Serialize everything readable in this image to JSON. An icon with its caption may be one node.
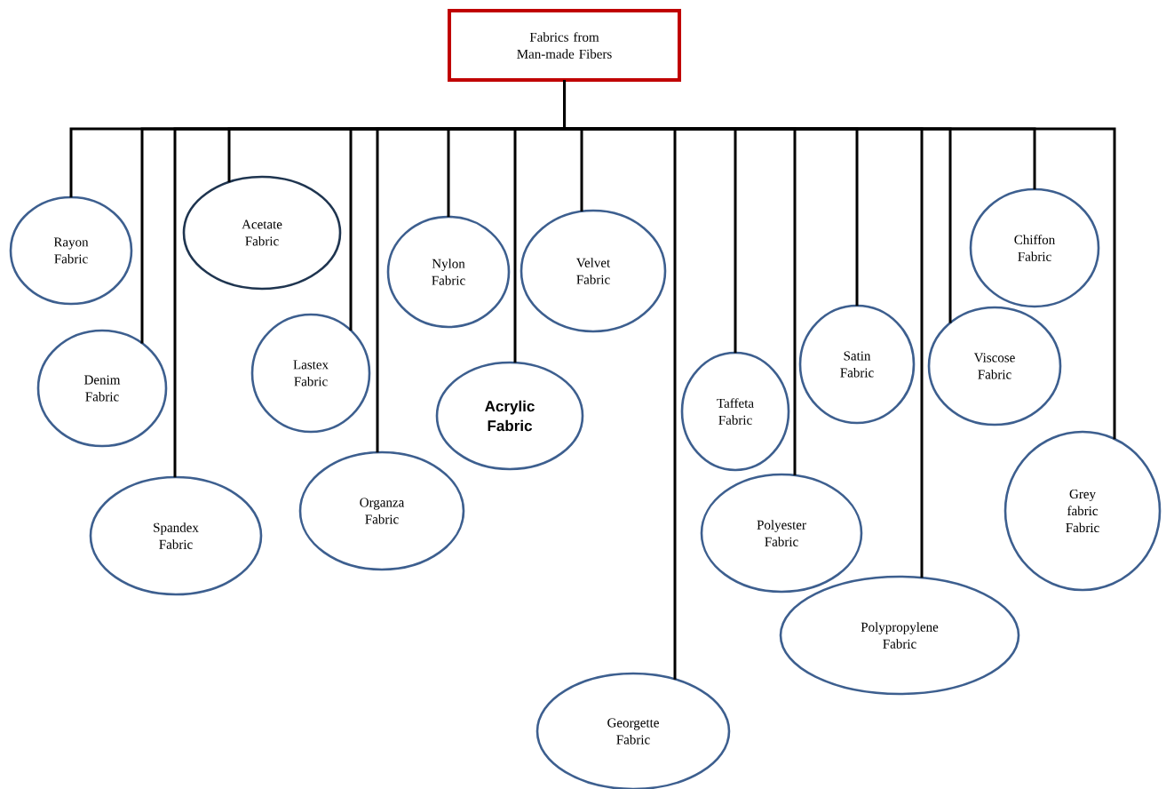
{
  "diagram": {
    "nodes": [
      {
        "text": [
          "Fabrics from Man-made Fibers"
        ]
      },
      {
        "text": [
          "Rayon Fabric"
        ]
      },
      {
        "text": [
          "Denim Fabric"
        ]
      },
      {
        "text": [
          "Spandex Fabric"
        ]
      },
      {
        "text": [
          "Acetate Fabric"
        ]
      },
      {
        "text": [
          "Lastex Fabric"
        ]
      },
      {
        "text": [
          "Organza Fabric"
        ]
      },
      {
        "text": [
          "Nylon Fabric"
        ]
      },
      {
        "text": [
          "Acrylic Fabric"
        ]
      },
      {
        "text": [
          "Velvet Fabric"
        ]
      },
      {
        "text": [
          "Georgette Fabric"
        ]
      },
      {
        "text": [
          "Taffeta Fabric"
        ]
      },
      {
        "text": [
          "Polyester Fabric"
        ]
      },
      {
        "text": [
          "Satin Fabric"
        ]
      },
      {
        "text": [
          "Polypropylene Fabric"
        ]
      },
      {
        "text": [
          "Viscose Fabric"
        ]
      },
      {
        "text": [
          "Chiffon Fabric"
        ]
      },
      {
        "text": [
          "Grey fabric Fabric"
        ]
      }
    ],
    "edges": [
      {
        "from": 0,
        "to": 1,
        "arrow": "none"
      },
      {
        "from": 0,
        "to": 2,
        "arrow": "none"
      },
      {
        "from": 0,
        "to": 3,
        "arrow": "none"
      },
      {
        "from": 0,
        "to": 4,
        "arrow": "none"
      },
      {
        "from": 0,
        "to": 5,
        "arrow": "none"
      },
      {
        "from": 0,
        "to": 6,
        "arrow": "none"
      },
      {
        "from": 0,
        "to": 7,
        "arrow": "none"
      },
      {
        "from": 0,
        "to": 8,
        "arrow": "none"
      },
      {
        "from": 0,
        "to": 9,
        "arrow": "none"
      },
      {
        "from": 0,
        "to": 10,
        "arrow": "none"
      },
      {
        "from": 0,
        "to": 11,
        "arrow": "none"
      },
      {
        "from": 0,
        "to": 12,
        "arrow": "none"
      },
      {
        "from": 0,
        "to": 13,
        "arrow": "none"
      },
      {
        "from": 0,
        "to": 14,
        "arrow": "none"
      },
      {
        "from": 0,
        "to": 15,
        "arrow": "none"
      },
      {
        "from": 0,
        "to": 16,
        "arrow": "none"
      },
      {
        "from": 0,
        "to": 17,
        "arrow": "none"
      }
    ]
  }
}
